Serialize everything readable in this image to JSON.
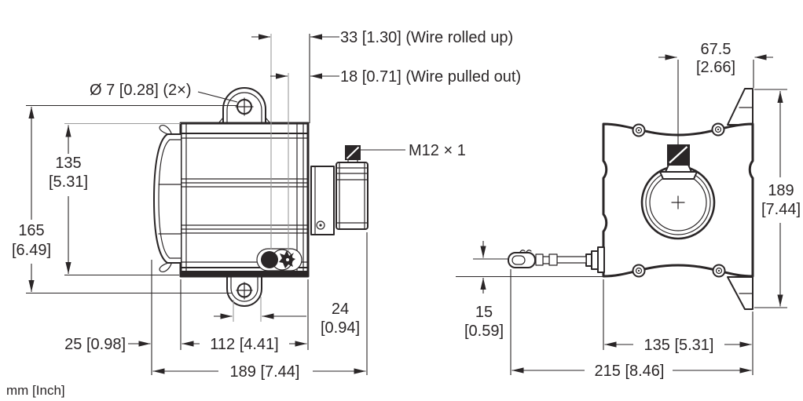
{
  "footer": {
    "units": "mm [Inch]"
  },
  "side": {
    "wire_rolled_up": "33 [1.30] (Wire rolled up)",
    "wire_pulled_out": "18 [0.71] (Wire pulled out)",
    "mount_hole": "Ø 7 [0.28] (2×)",
    "thread": "M12 × 1",
    "body_height_mm": "135",
    "body_height_in": "[5.31]",
    "hole_span_mm": "165",
    "hole_span_in": "[6.49]",
    "cap_len": "25 [0.98]",
    "body_len": "112 [4.41]",
    "overall_len": "189 [7.44]",
    "lug_mm": "24",
    "lug_in": "[0.94]"
  },
  "front": {
    "offset_mm": "67.5",
    "offset_in": "[2.66]",
    "height_mm": "189",
    "height_in": "[7.44]",
    "wire_mm": "15",
    "wire_in": "[0.59]",
    "width": "135 [5.31]",
    "overall": "215 [8.46]"
  },
  "colors": {
    "line": "#2a2627",
    "extension_gray": "#9b9b9b",
    "background": "#ffffff"
  }
}
